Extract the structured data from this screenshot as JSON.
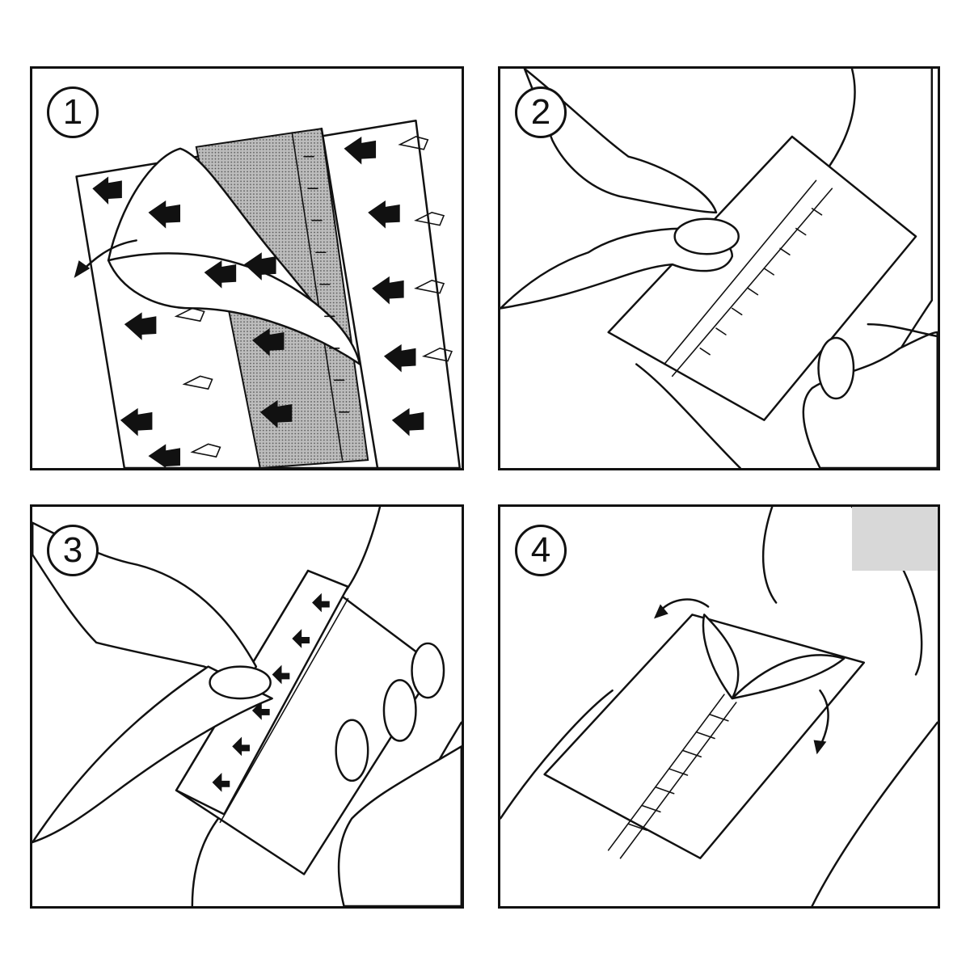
{
  "steps": [
    {
      "number": "1",
      "icon": "peel-backing-illustration"
    },
    {
      "number": "2",
      "icon": "position-dressing-on-arm-illustration"
    },
    {
      "number": "3",
      "icon": "remove-side-strip-illustration"
    },
    {
      "number": "4",
      "icon": "remove-top-frame-illustration"
    }
  ],
  "colors": {
    "line": "#111111",
    "shade": "#9a9a9a",
    "paper": "#ffffff"
  }
}
